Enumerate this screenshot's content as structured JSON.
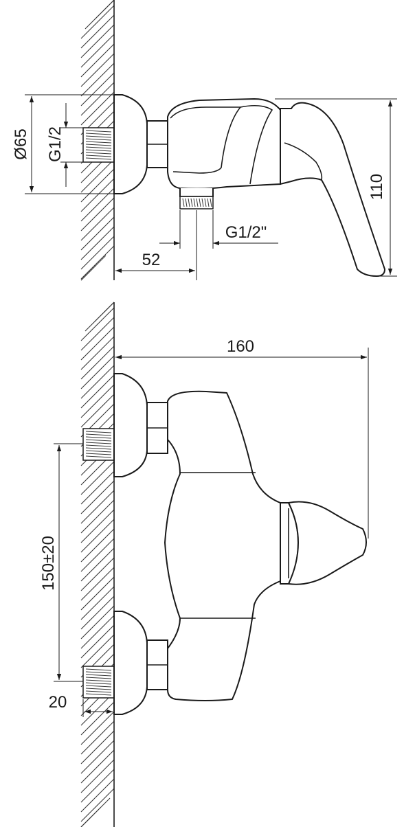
{
  "drawing": {
    "top_view": {
      "diameter_label": "Ø65",
      "inlet_thread_label": "G1/2",
      "outlet_thread_label": "G1/2\"",
      "projection_label": "52",
      "height_label": "110"
    },
    "front_view": {
      "length_label": "160",
      "spacing_label": "150±20",
      "depth_label": "20"
    },
    "colors": {
      "line": "#1a1a1a",
      "background": "#ffffff"
    }
  }
}
